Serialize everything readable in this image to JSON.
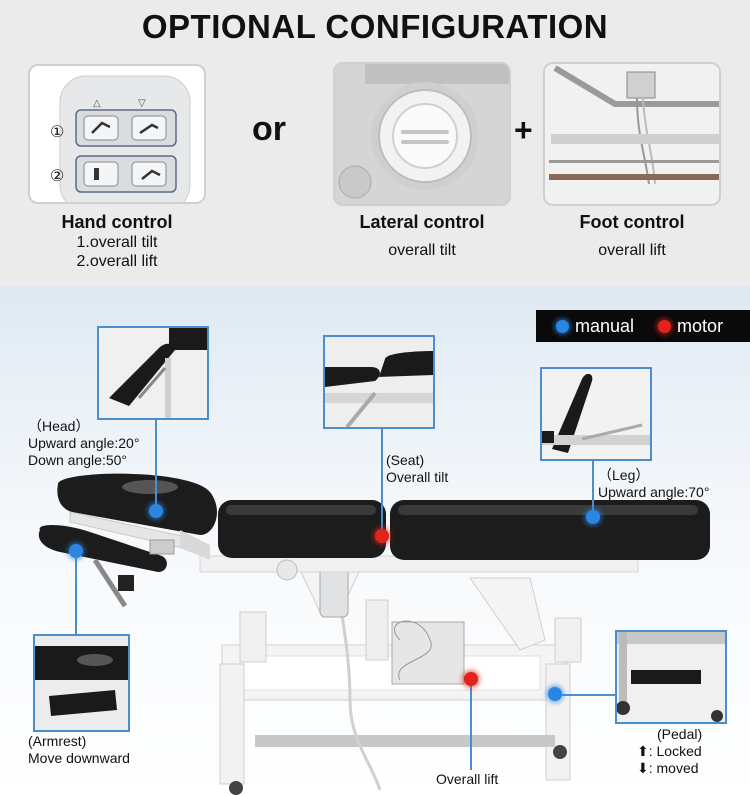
{
  "title": "OPTIONAL CONFIGURATION",
  "or_text": "or",
  "plus_text": "+",
  "hand_control": {
    "heading": "Hand control",
    "line1": "1.overall tilt",
    "line2": "2.overall lift",
    "badge1": "①",
    "badge2": "②"
  },
  "lateral_control": {
    "heading": "Lateral control",
    "line1": "overall tilt"
  },
  "foot_control": {
    "heading": "Foot control",
    "line1": "overall lift"
  },
  "legend": {
    "manual": "manual",
    "motor": "motor",
    "manual_color": "#2a86e0",
    "motor_color": "#e0241b"
  },
  "labels": {
    "head": [
      "（Head）",
      "Upward angle:20°",
      "Down angle:50°"
    ],
    "seat": [
      "(Seat)",
      "Overall tilt"
    ],
    "leg": [
      "（Leg）",
      "Upward angle:70°"
    ],
    "armrest": [
      "(Armrest)",
      "Move downward"
    ],
    "lift": "Overall lift",
    "pedal": [
      "(Pedal)",
      "⬆:  Locked",
      "⬇:  moved"
    ]
  }
}
